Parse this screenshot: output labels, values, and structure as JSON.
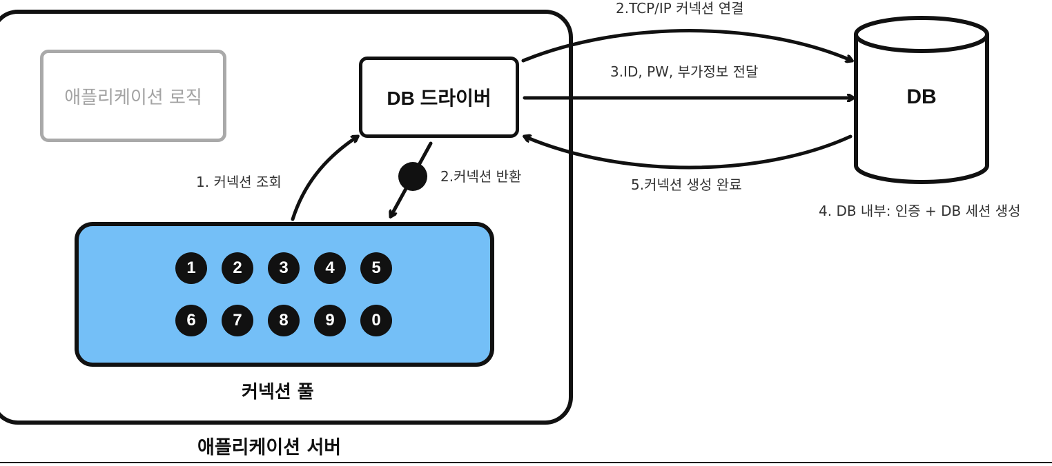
{
  "app_server": {
    "label": "애플리케이션 서버"
  },
  "app_logic": {
    "label": "애플리케이션 로직"
  },
  "db_driver": {
    "label": "DB 드라이버"
  },
  "connection_pool": {
    "label": "커넥션 풀",
    "connections_row1": [
      "1",
      "2",
      "3",
      "4",
      "5"
    ],
    "connections_row2": [
      "6",
      "7",
      "8",
      "9",
      "0"
    ]
  },
  "database": {
    "label": "DB",
    "note": "4. DB 내부: 인증 + DB 세션 생성"
  },
  "steps": {
    "lookup": "1. 커넥션 조회",
    "tcp_connect": "2.TCP/IP 커넥션 연결",
    "return_conn": "2.커넥션 반환",
    "send_credentials": "3.ID, PW, 부가정보 전달",
    "created": "5.커넥션 생성 완료"
  },
  "colors": {
    "pool_fill": "#74bff7",
    "logic_gray": "#a9a9a9",
    "stroke": "#111111"
  }
}
